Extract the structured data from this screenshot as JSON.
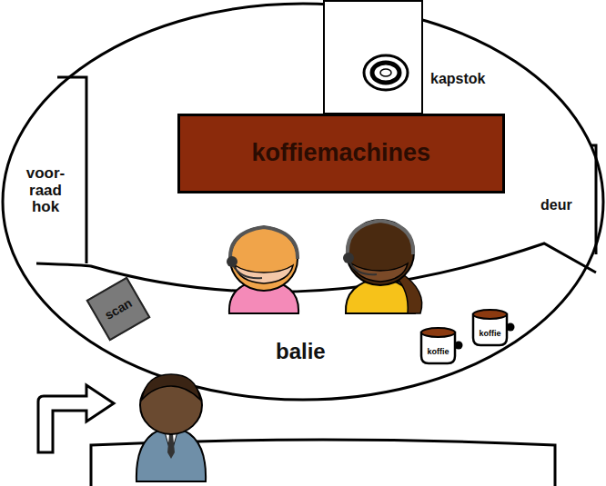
{
  "diagram": {
    "nodes": [
      {
        "text": [
          "voor- raad hok"
        ]
      },
      {
        "text": [
          "kapstok"
        ]
      },
      {
        "text": [
          "koffiemachines"
        ]
      },
      {
        "text": [
          "scan"
        ]
      }
    ],
    "labels": [
      "deur",
      "balie",
      "koffie",
      "koffie"
    ]
  }
}
